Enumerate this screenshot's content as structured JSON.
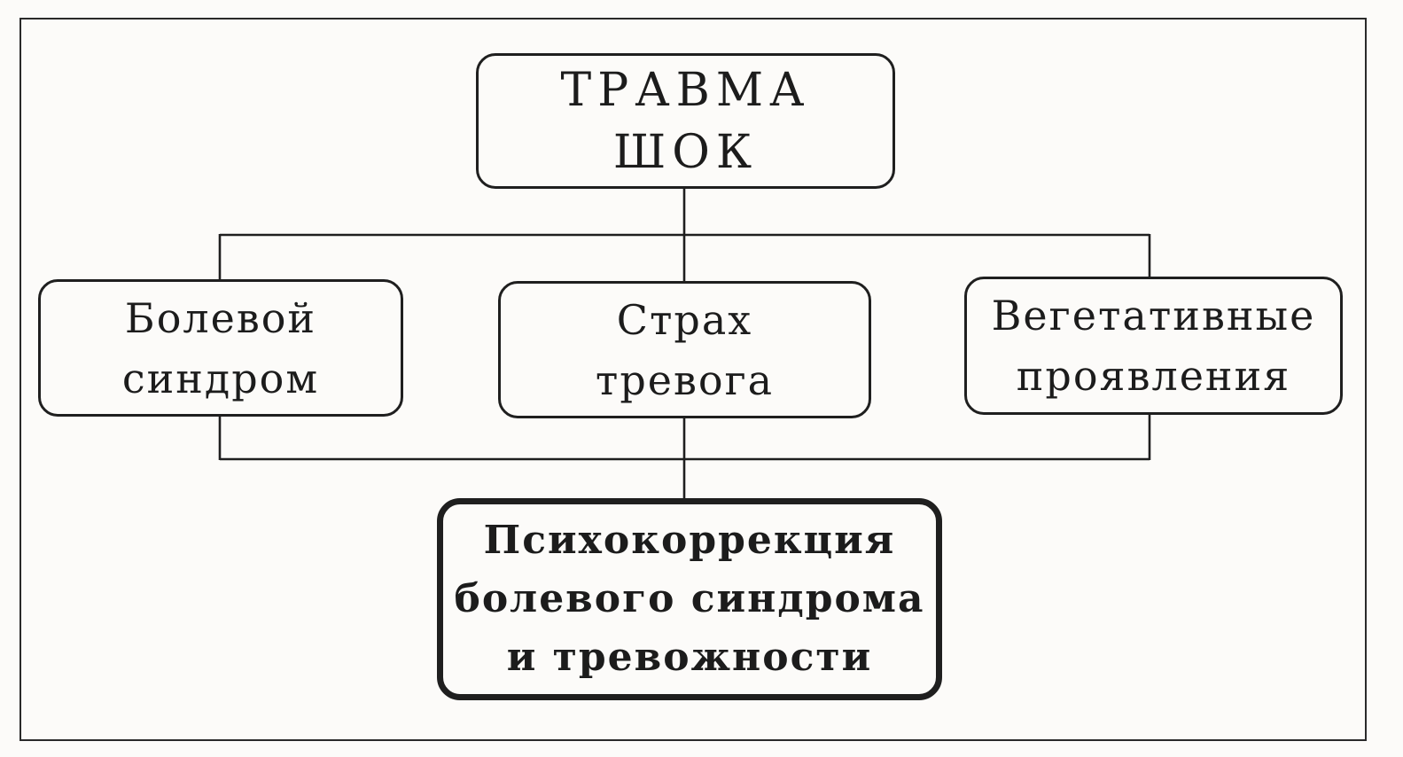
{
  "diagram": {
    "type": "flowchart",
    "language": "ru",
    "colors": {
      "paper": "#fcfbf9",
      "ink": "#1f1f1f",
      "frame": "#2a2a2a"
    },
    "nodes": {
      "trauma": {
        "id": "trauma-shock",
        "lines": [
          "ТРАВМА",
          "ШОК"
        ],
        "emphasis": "normal"
      },
      "pain": {
        "id": "pain-syndrome",
        "lines": [
          "Болевой",
          "синдром"
        ],
        "emphasis": "normal"
      },
      "fear": {
        "id": "fear-anxiety",
        "lines": [
          "Страх",
          "тревога"
        ],
        "emphasis": "normal"
      },
      "vegetative": {
        "id": "vegetative-manifestations",
        "lines": [
          "Вегетативные",
          "проявления"
        ],
        "emphasis": "normal"
      },
      "psychocorrection": {
        "id": "psychocorrection",
        "lines": [
          "Психокоррекция",
          "болевого синдрома",
          "и тревожности"
        ],
        "emphasis": "bold"
      }
    },
    "edges": [
      {
        "from": "trauma-shock",
        "to": "pain-syndrome"
      },
      {
        "from": "trauma-shock",
        "to": "fear-anxiety"
      },
      {
        "from": "trauma-shock",
        "to": "vegetative-manifestations"
      },
      {
        "from": "pain-syndrome",
        "to": "psychocorrection"
      },
      {
        "from": "fear-anxiety",
        "to": "psychocorrection"
      },
      {
        "from": "vegetative-manifestations",
        "to": "psychocorrection"
      }
    ]
  }
}
